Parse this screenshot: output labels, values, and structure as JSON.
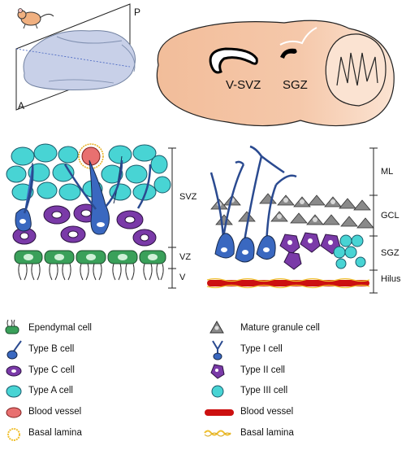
{
  "brain_panel": {
    "plane_label_a": "A",
    "plane_label_p": "P"
  },
  "sagittal_panel": {
    "region_vsvz": "V-SVZ",
    "region_sgz": "SGZ"
  },
  "svz_panel": {
    "layers": [
      "SVZ",
      "VZ",
      "V"
    ]
  },
  "sgz_panel": {
    "layers": [
      "ML",
      "GCL",
      "SGZ",
      "Hilus"
    ]
  },
  "legend_left": [
    {
      "label": "Ependymal cell",
      "icon": "ependymal-cell-icon",
      "color": "#3a9a4a"
    },
    {
      "label": "Type B cell",
      "icon": "type-b-cell-icon",
      "color": "#3a5fb0"
    },
    {
      "label": "Type C cell",
      "icon": "type-c-cell-icon",
      "color": "#6a2a9a"
    },
    {
      "label": "Type A cell",
      "icon": "type-a-cell-icon",
      "color": "#3fd0d0"
    },
    {
      "label": "Blood vessel",
      "icon": "blood-vessel-round-icon",
      "color": "#e06060"
    },
    {
      "label": "Basal lamina",
      "icon": "basal-lamina-ring-icon",
      "color": "#f0c030"
    }
  ],
  "legend_right": [
    {
      "label": "Mature granule cell",
      "icon": "mature-granule-cell-icon",
      "color": "#808080"
    },
    {
      "label": "Type I cell",
      "icon": "type-i-cell-icon",
      "color": "#3a5fb0"
    },
    {
      "label": "Type II cell",
      "icon": "type-ii-cell-icon",
      "color": "#6a2a9a"
    },
    {
      "label": "Type III cell",
      "icon": "type-iii-cell-icon",
      "color": "#3fd0d0"
    },
    {
      "label": "Blood vessel",
      "icon": "blood-vessel-bar-icon",
      "color": "#cc0000"
    },
    {
      "label": "Basal lamina",
      "icon": "basal-lamina-wave-icon",
      "color": "#f0c030"
    }
  ]
}
